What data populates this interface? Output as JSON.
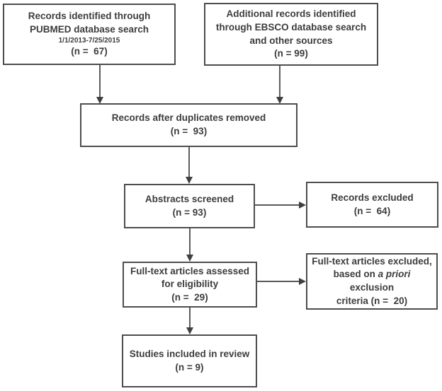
{
  "colors": {
    "border": "#4d4d4d",
    "text": "#3c3c3c",
    "arrow": "#3f3f3f",
    "background": "#ffffff"
  },
  "boxes": {
    "identification_pubmed": {
      "line1": "Records identified through",
      "line2": "PUBMED database search",
      "date": "1/1/2013-7/25/2015",
      "count": "(n =  67)"
    },
    "identification_ebsco": {
      "line1": "Additional records identified",
      "line2": "through EBSCO database search",
      "line3": "and other sources",
      "count": "(n = 99)"
    },
    "duplicates_removed": {
      "line1": "Records after duplicates removed",
      "count": "(n =  93)"
    },
    "abstracts_screened": {
      "line1": "Abstracts screened",
      "count": "(n = 93)"
    },
    "records_excluded": {
      "line1": "Records excluded",
      "count": "(n =  64)"
    },
    "fulltext_assessed": {
      "line1": "Full-text articles assessed",
      "line2": "for eligibility",
      "count": "(n =  29)"
    },
    "fulltext_excluded": {
      "line1": "Full-text articles excluded,",
      "line2_pre": "based on ",
      "line2_italic": "a priori",
      "line2_post": " exclusion",
      "line3": "criteria (n =  20)"
    },
    "studies_included": {
      "line1": "Studies included in review",
      "count": "(n = 9)"
    }
  }
}
